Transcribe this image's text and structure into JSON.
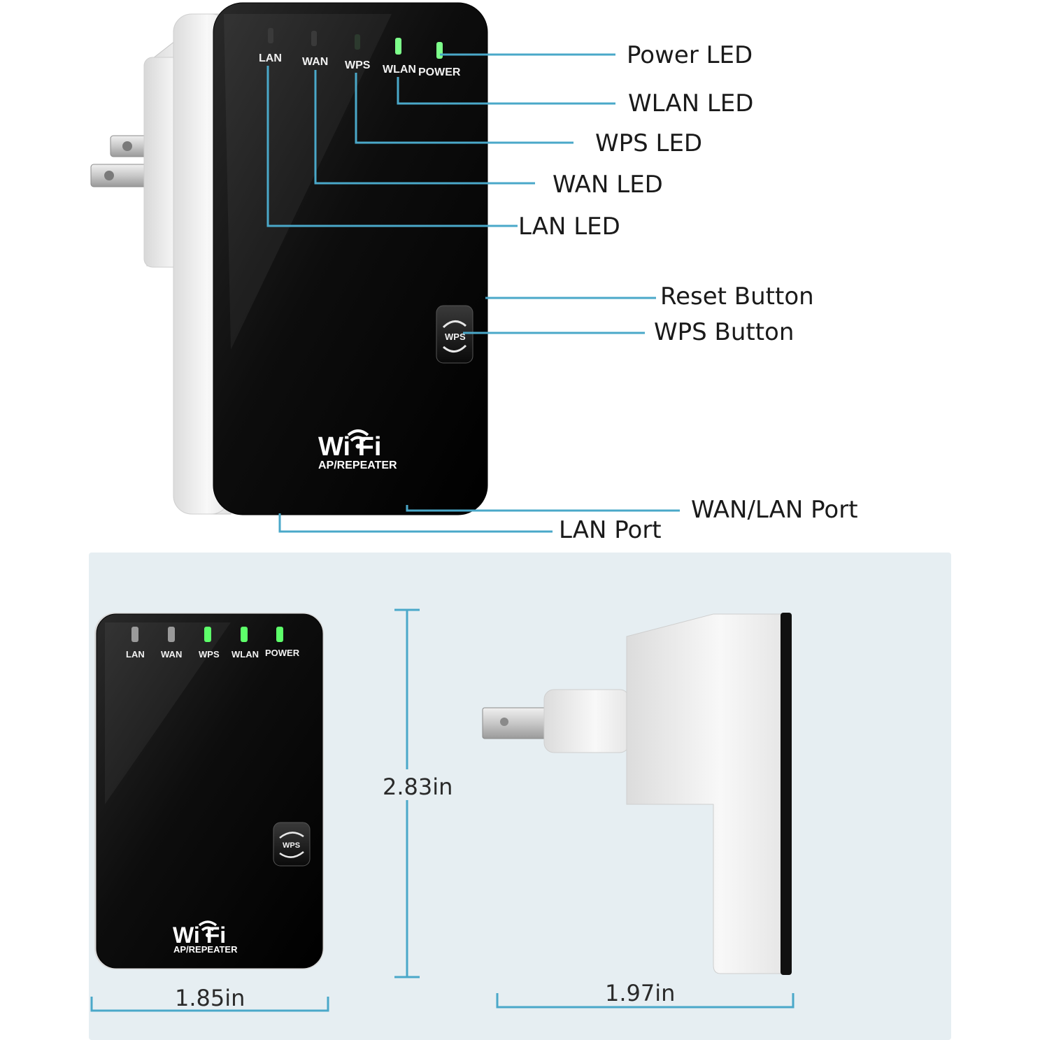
{
  "colors": {
    "leader_line": "#4aa8c9",
    "dimension_line": "#4aa8c9",
    "led_on": "#5dff6a",
    "led_off": "#9a9a9a",
    "device_face": "#0b0b0b",
    "device_housing": "#ececec",
    "bottom_panel": "#e6eef2"
  },
  "top_device": {
    "led_labels": [
      "LAN",
      "WAN",
      "WPS",
      "WLAN",
      "POWER"
    ],
    "button_text": "WPS",
    "logo": "Wi Fi",
    "logo_sub": "AP/REPEATER"
  },
  "callouts": {
    "power_led": "Power LED",
    "wlan_led": "WLAN LED",
    "wps_led": "WPS LED",
    "wan_led": "WAN LED",
    "lan_led": "LAN LED",
    "reset_button": "Reset Button",
    "wps_button": "WPS Button",
    "wan_lan_port": "WAN/LAN Port",
    "lan_port": "LAN Port"
  },
  "front_view": {
    "led_labels": [
      "LAN",
      "WAN",
      "WPS",
      "WLAN",
      "POWER"
    ],
    "led_states": [
      "off",
      "off",
      "on",
      "on",
      "on"
    ],
    "button_text": "WPS",
    "logo": "Wi Fi",
    "logo_sub": "AP/REPEATER"
  },
  "dimensions": {
    "width": "1.85in",
    "height": "2.83in",
    "depth": "1.97in"
  }
}
